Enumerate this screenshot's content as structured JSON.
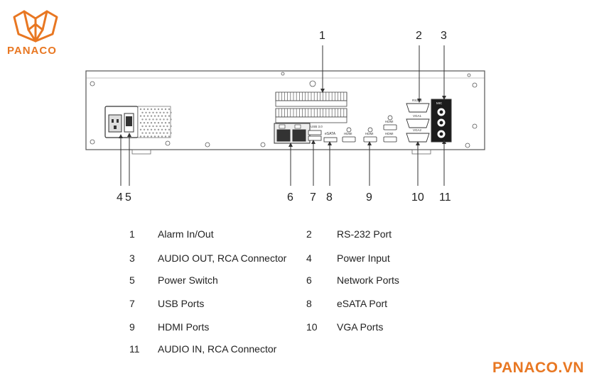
{
  "brand": {
    "logo_text": "PANACO",
    "footer_text": "PANACO.VN",
    "accent_color": "#e87722"
  },
  "panel_labels": {
    "rs232": "RS232",
    "vga1": "VGA1",
    "vga2": "VGA2",
    "usb": "USB 3.0",
    "esata": "eSATA",
    "hdmi": "HDMI",
    "audio": "MIC"
  },
  "callouts": [
    {
      "number": "1"
    },
    {
      "number": "2"
    },
    {
      "number": "3"
    },
    {
      "number": "4"
    },
    {
      "number": "5"
    },
    {
      "number": "6"
    },
    {
      "number": "7"
    },
    {
      "number": "8"
    },
    {
      "number": "9"
    },
    {
      "number": "10"
    },
    {
      "number": "11"
    }
  ],
  "legend": [
    {
      "number": "1",
      "label": "Alarm In/Out"
    },
    {
      "number": "2",
      "label": "RS-232 Port"
    },
    {
      "number": "3",
      "label": "AUDIO OUT, RCA Connector"
    },
    {
      "number": "4",
      "label": "Power Input"
    },
    {
      "number": "5",
      "label": "Power Switch"
    },
    {
      "number": "6",
      "label": "Network Ports"
    },
    {
      "number": "7",
      "label": "USB Ports"
    },
    {
      "number": "8",
      "label": "eSATA Port"
    },
    {
      "number": "9",
      "label": "HDMI Ports"
    },
    {
      "number": "10",
      "label": "VGA Ports"
    },
    {
      "number": "11",
      "label": "AUDIO IN, RCA Connector"
    }
  ]
}
